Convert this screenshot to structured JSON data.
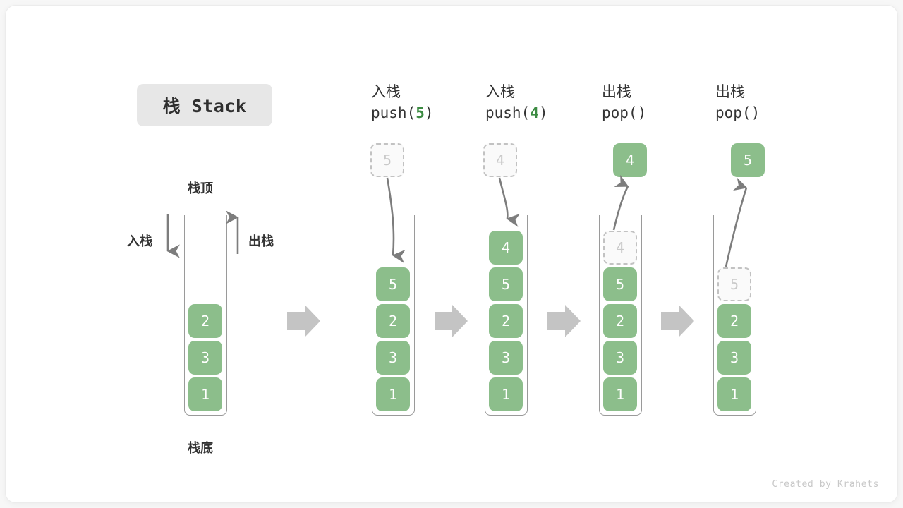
{
  "title": {
    "chip_label": "栈 Stack"
  },
  "footer": {
    "credit": "Created by Krahets"
  },
  "colors": {
    "element_fill": "#8cbe8b",
    "element_text": "#ffffff",
    "ghost_border": "#c2c2c2",
    "ghost_text": "#c9c9c9",
    "container_line": "#9a9a9a",
    "arrow_gray": "#7d7d7d",
    "block_arrow": "#c4c4c4",
    "accent_green_text": "#3c8b42",
    "chip_bg": "#e7e7e7",
    "label_text": "#333333",
    "card_bg": "#ffffff",
    "page_bg": "#f7f7f7"
  },
  "labels": {
    "top": "栈顶",
    "bottom": "栈底",
    "push_side": "入栈",
    "pop_side": "出栈"
  },
  "columns": [
    {
      "id": "initial",
      "heading_cn": "",
      "heading_code": "",
      "heading_code_arg": "",
      "stack": [
        "2",
        "3",
        "1"
      ],
      "ghost_in_stack": null,
      "external_box": null,
      "external_box_style": null
    },
    {
      "id": "push-5",
      "heading_cn": "入栈",
      "heading_code_prefix": "push(",
      "heading_code_arg": "5",
      "heading_code_suffix": ")",
      "stack": [
        "5",
        "2",
        "3",
        "1"
      ],
      "ghost_in_stack": null,
      "external_box": "5",
      "external_box_style": "ghost",
      "arrow_direction": "down"
    },
    {
      "id": "push-4",
      "heading_cn": "入栈",
      "heading_code_prefix": "push(",
      "heading_code_arg": "4",
      "heading_code_suffix": ")",
      "stack": [
        "4",
        "5",
        "2",
        "3",
        "1"
      ],
      "ghost_in_stack": null,
      "external_box": "4",
      "external_box_style": "ghost",
      "arrow_direction": "down"
    },
    {
      "id": "pop-1",
      "heading_cn": "出栈",
      "heading_code_prefix": "pop(",
      "heading_code_arg": "",
      "heading_code_suffix": ")",
      "stack": [
        "5",
        "2",
        "3",
        "1"
      ],
      "ghost_in_stack": "4",
      "external_box": "4",
      "external_box_style": "solid",
      "arrow_direction": "up"
    },
    {
      "id": "pop-2",
      "heading_cn": "出栈",
      "heading_code_prefix": "pop(",
      "heading_code_arg": "",
      "heading_code_suffix": ")",
      "stack": [
        "2",
        "3",
        "1"
      ],
      "ghost_in_stack": "5",
      "external_box": "5",
      "external_box_style": "solid",
      "arrow_direction": "up"
    }
  ],
  "transitions": [
    "arrow-1",
    "arrow-2",
    "arrow-3",
    "arrow-4"
  ]
}
